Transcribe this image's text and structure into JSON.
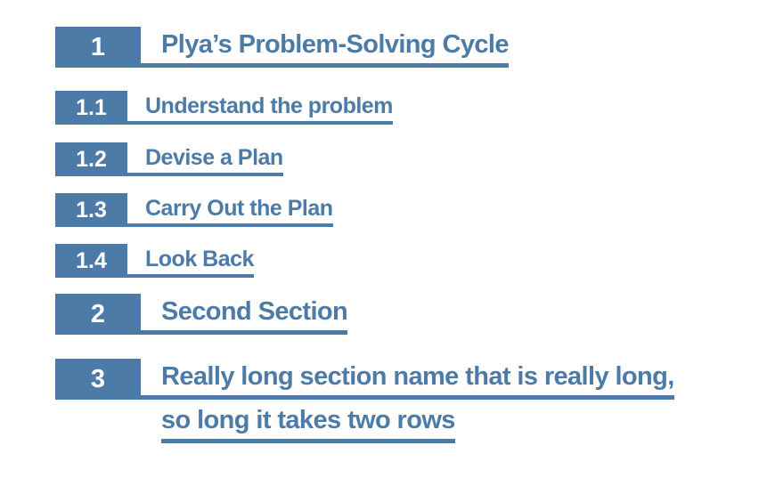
{
  "colors": {
    "accent": "#4d7ba8",
    "number_text": "#ffffff",
    "background": "#ffffff"
  },
  "toc": {
    "entries": [
      {
        "number": "1",
        "level": "section",
        "lines": [
          "Plya’s Problem-Solving Cycle"
        ]
      },
      {
        "number": "1.1",
        "level": "subsection",
        "lines": [
          "Understand the problem"
        ]
      },
      {
        "number": "1.2",
        "level": "subsection",
        "lines": [
          "Devise a Plan"
        ]
      },
      {
        "number": "1.3",
        "level": "subsection",
        "lines": [
          "Carry Out the Plan"
        ]
      },
      {
        "number": "1.4",
        "level": "subsection",
        "lines": [
          "Look Back"
        ]
      },
      {
        "number": "2",
        "level": "section",
        "lines": [
          "Second Section"
        ]
      },
      {
        "number": "3",
        "level": "section",
        "lines": [
          "Really long section name that is really long,",
          "so long it takes two rows"
        ]
      }
    ]
  }
}
